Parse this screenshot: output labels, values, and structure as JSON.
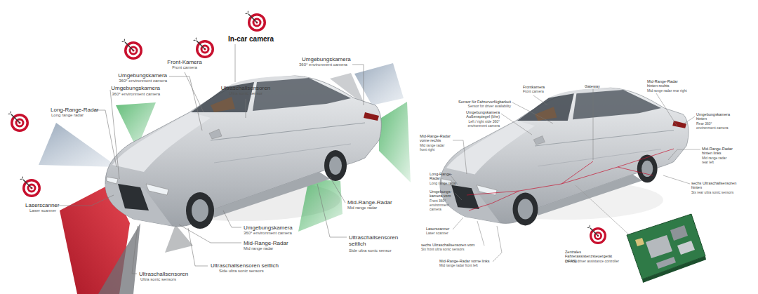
{
  "diagram": {
    "labels": [
      "In-car camera",
      "Umgebungskamera",
      "360° environment camera",
      "Front-Kamera",
      "Front camera",
      "Umgebungskamera",
      "360° environment camera",
      "Ultraschallsensoren",
      "Ultra sonic sensor",
      "Umgebungskamera",
      "360° environment camera",
      "Long-Range-Radar",
      "Long range radar",
      "Laserscanner",
      "Laser scanner",
      "Mid-Range-Radar",
      "Mid range radar",
      "Umgebungskamera",
      "360° environment camera",
      "Ultraschallsensoren seitlich",
      "Side ultra sonic sensor",
      "Mid-Range-Radar",
      "Mid range radar",
      "Ultraschallsensoren seitlich",
      "Side ultra sonic sensors",
      "Ultraschallsensoren",
      "Ultra sonic sensors",
      "Frontkamera",
      "Front camera",
      "Gateway",
      "Mid-Range-Radar hinten rechts",
      "Mid range radar rear right",
      "Sensor für Fahrerverfügbarkeit",
      "Sensor for driver availability",
      "Umgebungskamera Außenspiegel (li/re)",
      "Left / right side 360° environment camera",
      "Mid-Range-Radar vorne rechts",
      "Mid range radar front right",
      "Umgebungskamera hinten",
      "Rear 360° environment camera",
      "Mid-Range-Radar hinten links",
      "Mid range radar rear left",
      "Long-Range- Radar",
      "Long range radar",
      "sechs Ultraschallsensoren hinten",
      "Six rear ultra sonic sensors",
      "Umgebungs- kamera vorn",
      "Front 360° environment camera",
      "Laserscanner",
      "Laser scanner",
      "sechs Ultraschallsensoren vorn",
      "Six front ultra sonic sensors",
      "Mid-Range-Radar vorne links",
      "Mid range radar front left",
      "Zentrales Fahrerassistenzsteuergerät (zFAS)",
      "Central driver assistance controller"
    ]
  }
}
